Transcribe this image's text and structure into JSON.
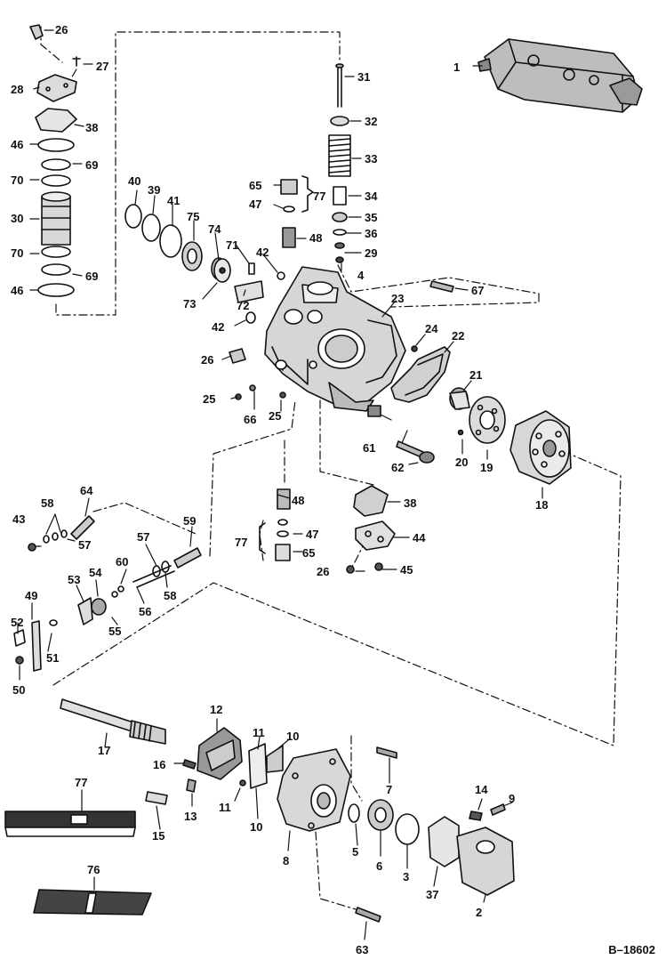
{
  "diagram": {
    "reference": "B–18602",
    "colors": {
      "ink": "#111111",
      "paper": "#ffffff",
      "part_fill": "#dcdcdc"
    },
    "callouts": [
      "1",
      "2",
      "3",
      "4",
      "5",
      "6",
      "7",
      "8",
      "9",
      "10",
      "11",
      "12",
      "13",
      "14",
      "15",
      "16",
      "17",
      "18",
      "19",
      "20",
      "21",
      "22",
      "23",
      "24",
      "25",
      "26",
      "27",
      "28",
      "29",
      "30",
      "31",
      "32",
      "33",
      "34",
      "35",
      "36",
      "37",
      "38",
      "39",
      "40",
      "41",
      "42",
      "43",
      "44",
      "45",
      "46",
      "47",
      "48",
      "49",
      "50",
      "51",
      "52",
      "53",
      "54",
      "55",
      "56",
      "57",
      "58",
      "59",
      "60",
      "61",
      "62",
      "63",
      "64",
      "65",
      "66",
      "67",
      "69",
      "70",
      "71",
      "72",
      "73",
      "74",
      "75",
      "76",
      "77"
    ]
  }
}
